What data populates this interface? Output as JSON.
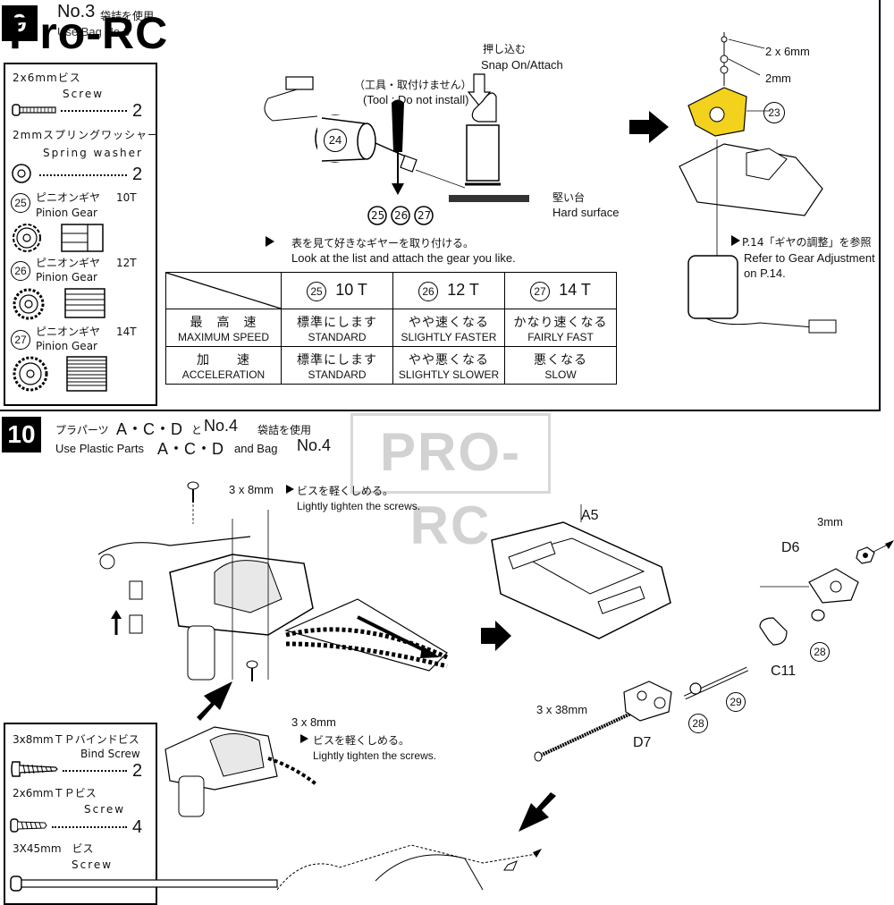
{
  "watermarks": {
    "top_left": "Pro-RC",
    "center": "PRO-RC"
  },
  "step9": {
    "number": "9",
    "title_bag": "No.3",
    "title_jp": "袋詰を使用",
    "title_en": "Use Bag No.3",
    "parts": [
      {
        "jp": "2x6mmビス",
        "en": "Screw",
        "qty": "2"
      },
      {
        "jp": "2mmスプリングワッシャー",
        "en": "Spring washer",
        "qty": "2"
      },
      {
        "num": "25",
        "jp": "ピニオンギヤ",
        "en": "Pinion Gear",
        "teeth": "10T"
      },
      {
        "num": "26",
        "jp": "ピニオンギヤ",
        "en": "Pinion Gear",
        "teeth": "12T"
      },
      {
        "num": "27",
        "jp": "ピニオンギヤ",
        "en": "Pinion Gear",
        "teeth": "14T"
      }
    ],
    "tool_note_jp": "（工具・取付けません）",
    "tool_note_en": "(Tool ; Do not install)",
    "snap_jp": "押し込む",
    "snap_en": "Snap On/Attach",
    "hard_jp": "堅い台",
    "hard_en": "Hard surface",
    "motor_num": "24",
    "gear_nums": [
      "25",
      "26",
      "27"
    ],
    "list_jp": "表を見て好きなギヤーを取り付ける。",
    "list_en": "Look at the list and attach the gear you like.",
    "screw_size": "2 x 6mm",
    "washer_size": "2mm",
    "mount_num": "23",
    "ref_jp": "P.14「ギヤの調整」を参照",
    "ref_en1": "Refer to Gear Adjustment",
    "ref_en2": "on P.14.",
    "table": {
      "headers": [
        {
          "num": "25",
          "label": "10 T"
        },
        {
          "num": "26",
          "label": "12 T"
        },
        {
          "num": "27",
          "label": "14 T"
        }
      ],
      "rows": [
        {
          "jp": "最　高　速",
          "en": "MAXIMUM SPEED",
          "cells": [
            {
              "jp": "標準にします",
              "en": "STANDARD"
            },
            {
              "jp": "やや速くなる",
              "en": "SLIGHTLY FASTER"
            },
            {
              "jp": "かなり速くなる",
              "en": "FAIRLY FAST"
            }
          ]
        },
        {
          "jp": "加　　速",
          "en": "ACCELERATION",
          "cells": [
            {
              "jp": "標準にします",
              "en": "STANDARD"
            },
            {
              "jp": "やや悪くなる",
              "en": "SLIGHTLY SLOWER"
            },
            {
              "jp": "悪くなる",
              "en": "SLOW"
            }
          ]
        }
      ]
    }
  },
  "step10": {
    "number": "10",
    "title_jp_pre": "プラパーツ",
    "title_parts": "A・C・D",
    "title_jp_mid": "と",
    "title_bag": "No.4",
    "title_jp_post": "袋詰を使用",
    "title_en_pre": "Use Plastic Parts",
    "title_en_mid": "and Bag",
    "screw1_size": "3 x 8mm",
    "screw1_jp": "ビスを軽くしめる。",
    "screw1_en": "Lightly tighten the screws.",
    "screw2_size": "3 x 8mm",
    "screw2_jp": "ビスを軽くしめる。",
    "screw2_en": "Lightly tighten the screws.",
    "parts": [
      {
        "jp": "3x8mmＴＰバインドビス",
        "en": "Bind Screw",
        "qty": "2"
      },
      {
        "jp": "2x6mmＴＰビス",
        "en": "Screw",
        "qty": "4"
      },
      {
        "jp": "3X45mm　ビス",
        "en": "Screw",
        "qty": ""
      }
    ],
    "labels": {
      "a5": "A5",
      "d6": "D6",
      "d7": "D7",
      "c11": "C11",
      "nut": "3mm",
      "long_screw": "3 x 38mm",
      "p28a": "28",
      "p28b": "28",
      "p29": "29"
    }
  }
}
